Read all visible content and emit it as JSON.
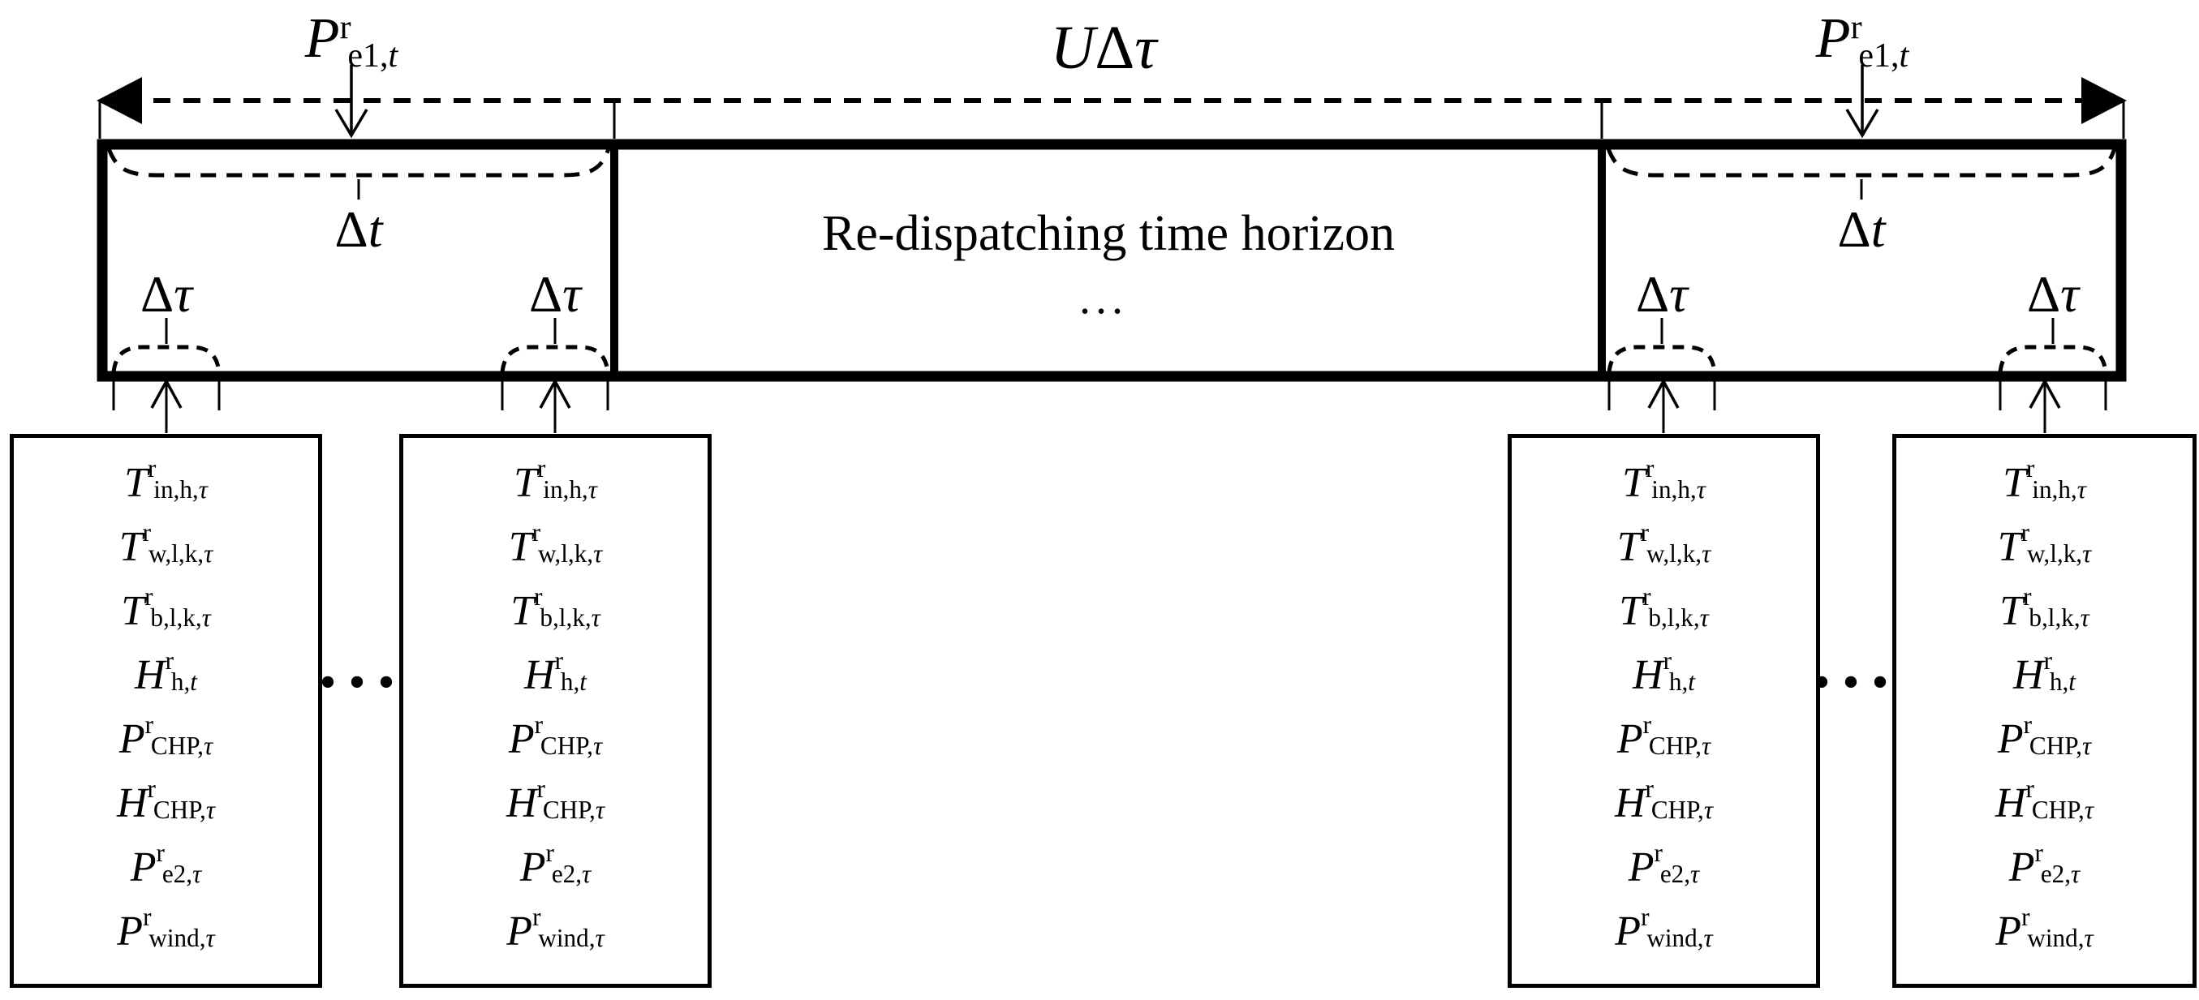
{
  "labels": {
    "p_e1": {
      "base": "P",
      "sup": "r",
      "sub": "e1,",
      "sub_it": "t"
    },
    "u_delta_tau": {
      "u": "U",
      "delta": "Δ",
      "tau": "τ"
    },
    "delta_t": {
      "delta": "Δ",
      "it": "t"
    },
    "delta_tau": {
      "delta": "Δ",
      "it": "τ"
    }
  },
  "horizon": {
    "title": "Re-dispatching time horizon",
    "dots": "..."
  },
  "gap_dots": "...",
  "box_vars": [
    {
      "base": "T",
      "sup": "r",
      "sub": "in,h,",
      "sub_it": "τ"
    },
    {
      "base": "T",
      "sup": "r",
      "sub": "w,l,k,",
      "sub_it": "τ"
    },
    {
      "base": "T",
      "sup": "r",
      "sub": "b,l,k,",
      "sub_it": "τ"
    },
    {
      "base": "H",
      "sup": "r",
      "sub": "h,",
      "sub_it": "t"
    },
    {
      "base": "P",
      "sup": "r",
      "sub": "CHP,",
      "sub_it": "τ"
    },
    {
      "base": "H",
      "sup": "r",
      "sub": "CHP,",
      "sub_it": "τ"
    },
    {
      "base": "P",
      "sup": "r",
      "sub": "e2,",
      "sub_it": "τ"
    },
    {
      "base": "P",
      "sup": "r",
      "sub": "wind,",
      "sub_it": "τ"
    }
  ]
}
